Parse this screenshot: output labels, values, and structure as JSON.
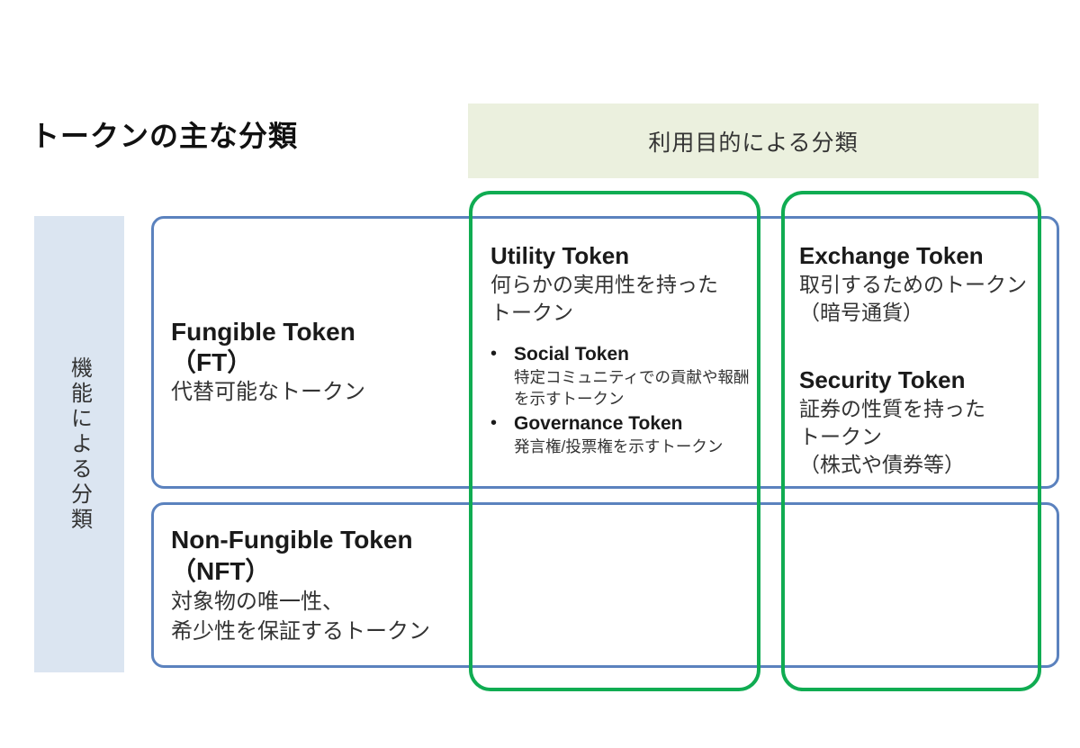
{
  "title": "トークンの主な分類",
  "axes": {
    "purpose_header": "利用目的による分類",
    "function_header": "機能による分類"
  },
  "function_rows": [
    {
      "name": "Fungible Token",
      "abbr": "（FT）",
      "desc": [
        "代替可能なトークン"
      ]
    },
    {
      "name": "Non-Fungible Token",
      "abbr": "（NFT）",
      "desc": [
        "対象物の唯一性、",
        "希少性を保証するトークン"
      ]
    }
  ],
  "purpose_columns": [
    {
      "title": "Utility Token",
      "desc": [
        "何らかの実用性を持った",
        "トークン"
      ],
      "bullets": [
        {
          "title": "Social Token",
          "desc": "特定コミュニティでの貢献や報酬を示すトークン"
        },
        {
          "title": "Governance Token",
          "desc": "発言権/投票権を示すトークン"
        }
      ]
    },
    {
      "sections": [
        {
          "title": "Exchange Token",
          "desc": [
            "取引するためのトークン",
            "（暗号通貨）"
          ]
        },
        {
          "title": "Security Token",
          "desc": [
            "証券の性質を持った",
            "トークン",
            "（株式や債券等）"
          ]
        }
      ]
    }
  ],
  "icons": {
    "bullet": "•"
  },
  "colors": {
    "purpose_border_green": "#10ac52",
    "function_border_blue": "#5b82be",
    "purpose_header_bg": "#ebf0de",
    "function_header_bg": "#dbe5f1",
    "title_text": "#111111",
    "body_text": "#333333"
  }
}
